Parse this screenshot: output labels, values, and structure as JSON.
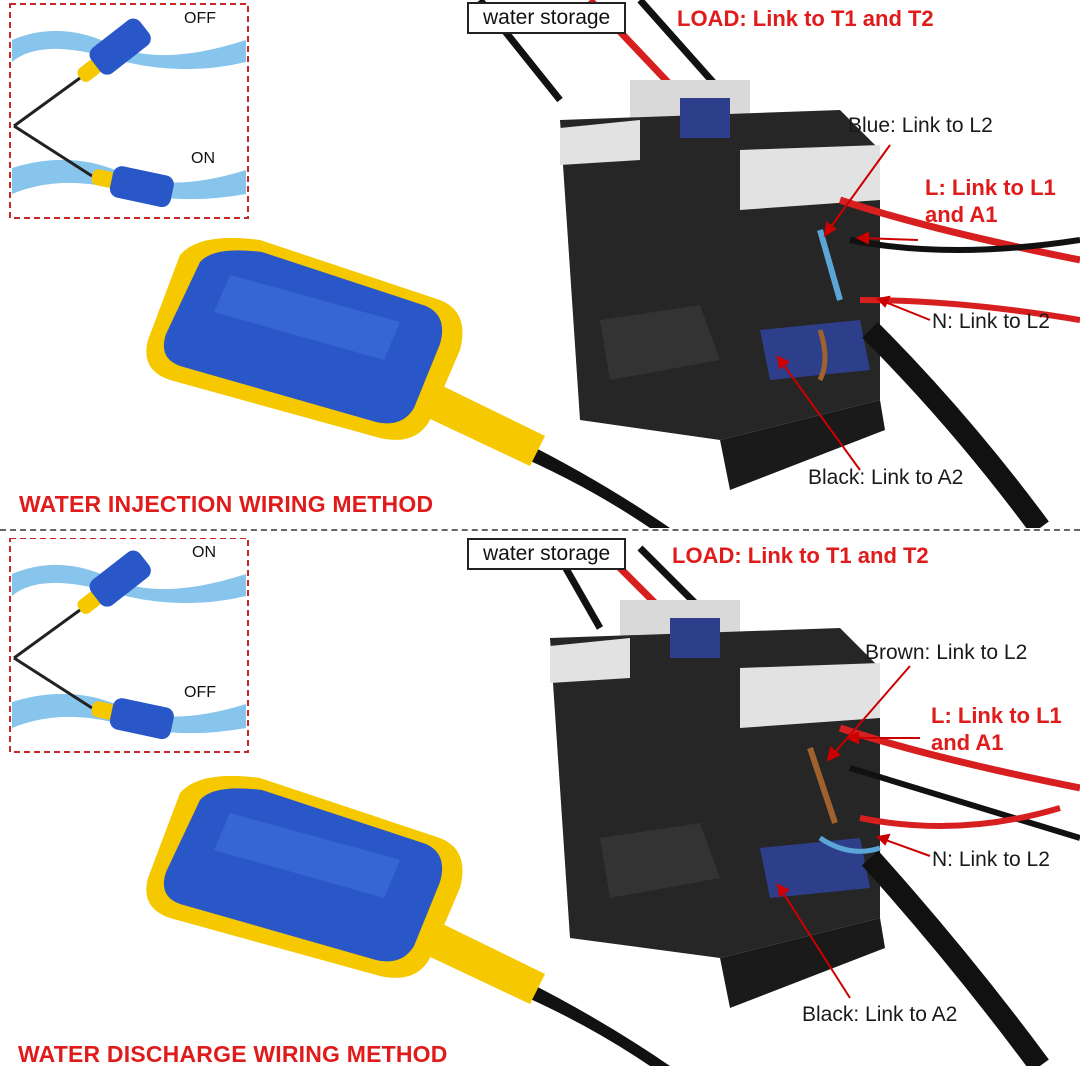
{
  "top": {
    "switch_upper_label": "OFF",
    "switch_lower_label": "ON",
    "storage_label": "water storage",
    "load_label": "LOAD: Link to T1 and T2",
    "wire_label_1": "Blue: Link to L2",
    "l_label_line1": "L: Link to L1",
    "l_label_line2": "and A1",
    "n_label": "N: Link to L2",
    "black_label": "Black: Link to A2",
    "method_title": "WATER INJECTION WIRING METHOD"
  },
  "bottom": {
    "switch_upper_label": "ON",
    "switch_lower_label": "OFF",
    "storage_label": "water storage",
    "load_label": "LOAD: Link to T1 and T2",
    "wire_label_1": "Brown: Link to L2",
    "l_label_line1": "L: Link to L1",
    "l_label_line2": "and A1",
    "n_label": "N: Link to L2",
    "black_label": "Black: Link to A2",
    "method_title": "WATER DISCHARGE WIRING METHOD"
  },
  "colors": {
    "accent_red": "#e01b1b",
    "float_blue": "#2a57c8",
    "float_yellow": "#f5c800",
    "contactor_black": "#262626"
  },
  "icons": {
    "float_switch": "float-switch-icon",
    "contactor": "contactor-icon",
    "water_wave": "water-wave-icon"
  }
}
